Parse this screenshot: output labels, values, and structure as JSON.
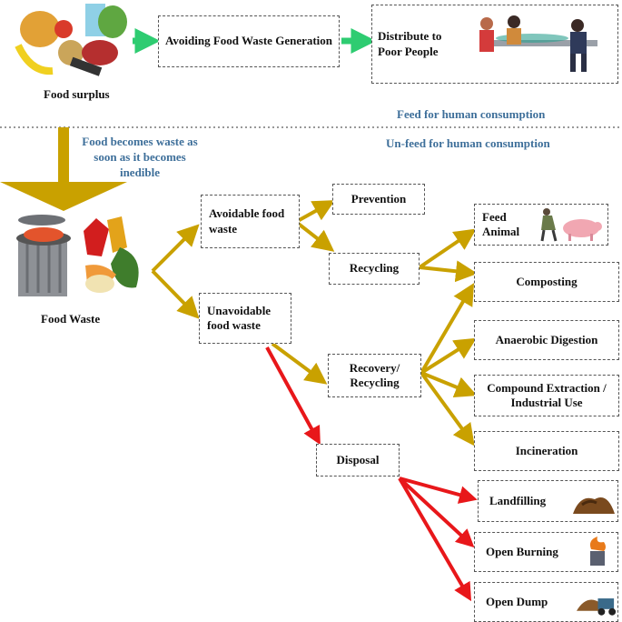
{
  "top": {
    "food_surplus": "Food surplus",
    "avoiding": "Avoiding Food Waste Generation",
    "distribute": "Distribute to Poor People",
    "feed_human": "Feed for human consumption",
    "unfeed_human": "Un-feed for human consumption",
    "waste_note": "Food becomes waste as soon as it becomes inedible"
  },
  "nodes": {
    "food_waste": "Food Waste",
    "avoidable": "Avoidable food waste",
    "unavoidable": "Unavoidable food waste",
    "prevention": "Prevention",
    "recycling": "Recycling",
    "recovery": "Recovery/ Recycling",
    "disposal": "Disposal",
    "feed_animal": "Feed Animal",
    "composting": "Composting",
    "anaerobic": "Anaerobic Digestion",
    "compound": "Compound Extraction / Industrial Use",
    "incineration": "Incineration",
    "landfilling": "Landfilling",
    "open_burning": "Open Burning",
    "open_dump": "Open Dump"
  },
  "colors": {
    "gold": "#c9a100",
    "red": "#e8171a",
    "green": "#2ecc71",
    "blue_text": "#3e6f9a"
  }
}
